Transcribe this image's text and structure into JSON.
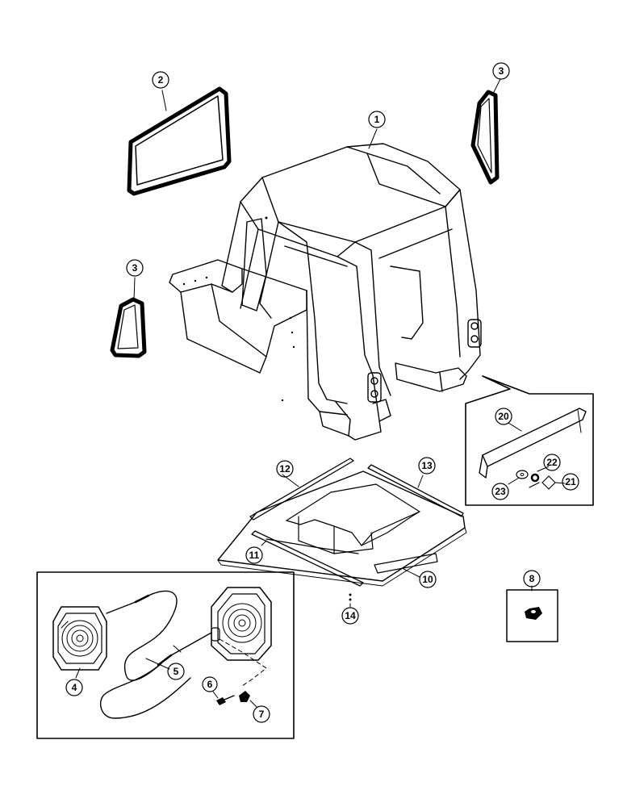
{
  "diagram": {
    "callouts": [
      {
        "id": "c1",
        "label": "1"
      },
      {
        "id": "c2",
        "label": "2"
      },
      {
        "id": "c3a",
        "label": "3"
      },
      {
        "id": "c3b",
        "label": "3"
      },
      {
        "id": "c4",
        "label": "4"
      },
      {
        "id": "c5",
        "label": "5"
      },
      {
        "id": "c6",
        "label": "6"
      },
      {
        "id": "c7",
        "label": "7"
      },
      {
        "id": "c8",
        "label": "8"
      },
      {
        "id": "c10",
        "label": "10"
      },
      {
        "id": "c11",
        "label": "11"
      },
      {
        "id": "c12",
        "label": "12"
      },
      {
        "id": "c13",
        "label": "13"
      },
      {
        "id": "c14",
        "label": "14"
      },
      {
        "id": "c20",
        "label": "20"
      },
      {
        "id": "c21",
        "label": "21"
      },
      {
        "id": "c22",
        "label": "22"
      },
      {
        "id": "c23",
        "label": "23"
      }
    ],
    "parts": [
      {
        "id": "cab-frame",
        "callout": "1"
      },
      {
        "id": "rear-window-seal",
        "callout": "2"
      },
      {
        "id": "side-window-seal",
        "callout": "3"
      },
      {
        "id": "work-lamp",
        "callout": "4"
      },
      {
        "id": "lamp-harness",
        "callout": "5"
      },
      {
        "id": "lamp-screw",
        "callout": "6"
      },
      {
        "id": "lamp-nut",
        "callout": "7"
      },
      {
        "id": "nut",
        "callout": "8"
      },
      {
        "id": "floor-mat",
        "callout": "10"
      },
      {
        "id": "strip-front",
        "callout": "11"
      },
      {
        "id": "strip-left",
        "callout": "12"
      },
      {
        "id": "strip-right",
        "callout": "13"
      },
      {
        "id": "strip-rear",
        "callout": "14"
      },
      {
        "id": "mount-bracket",
        "callout": "20"
      },
      {
        "id": "bracket-bolt",
        "callout": "21"
      },
      {
        "id": "lock-washer",
        "callout": "22"
      },
      {
        "id": "flat-washer",
        "callout": "23"
      }
    ]
  }
}
